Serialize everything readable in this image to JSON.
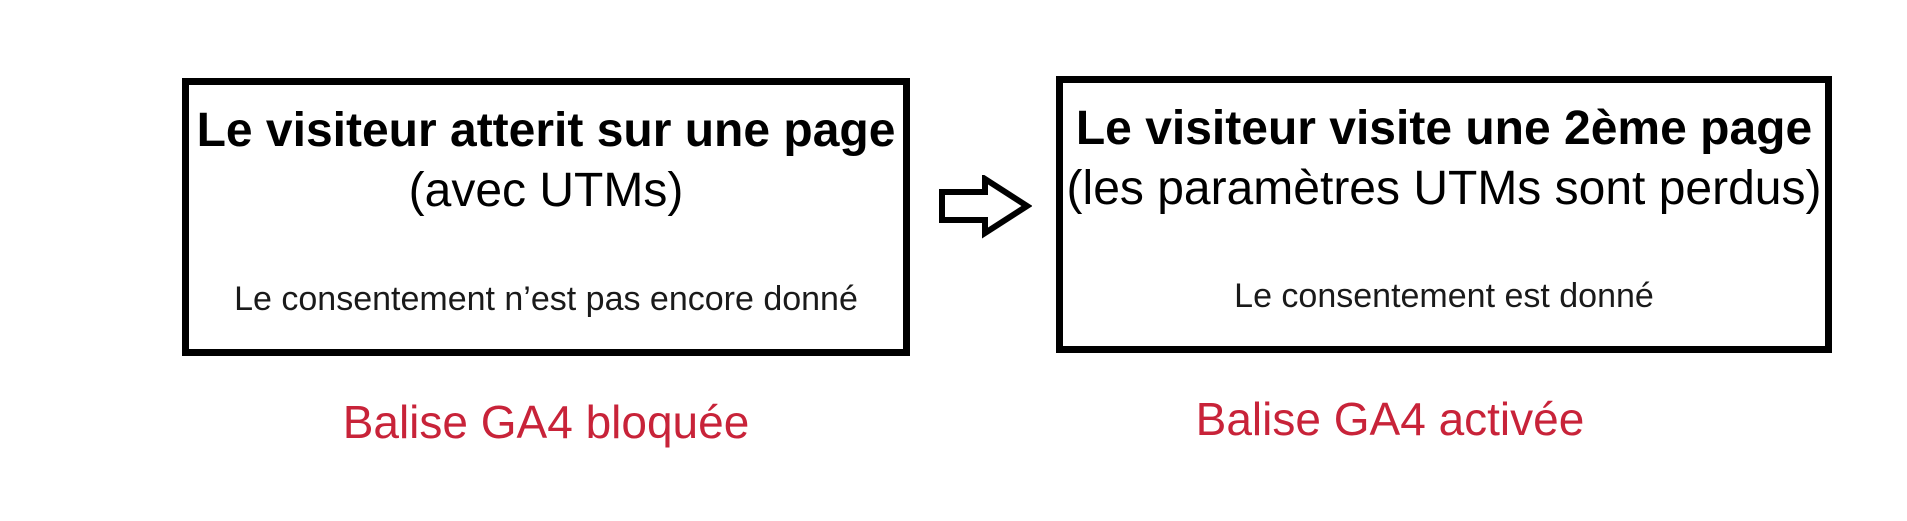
{
  "diagram": {
    "left_box": {
      "title": "Le visiteur atterit sur une page",
      "subtitle": "(avec UTMs)",
      "note": "Le consentement n’est pas encore donné",
      "caption": "Balise GA4 bloquée"
    },
    "right_box": {
      "title": "Le visiteur visite une 2ème page",
      "subtitle": "(les paramètres UTMs sont perdus)",
      "note": "Le consentement est donné",
      "caption": "Balise GA4 activée"
    },
    "arrow_icon": "right-block-arrow",
    "colors": {
      "caption_red": "#c82339",
      "box_border": "#000000",
      "background": "#ffffff",
      "text_black": "#000000"
    }
  }
}
